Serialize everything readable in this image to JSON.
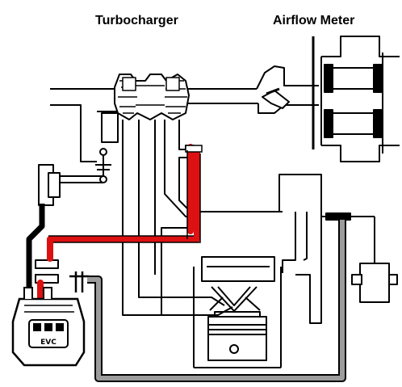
{
  "labels": {
    "turbocharger": "Turbocharger",
    "airflow_meter": "Airflow Meter"
  },
  "controller": {
    "display": "EVC"
  },
  "colors": {
    "outline": "#000000",
    "boost_line": "#dd1111",
    "vacuum_line": "#9c9c9c",
    "controller_fill": "#ffffff"
  }
}
